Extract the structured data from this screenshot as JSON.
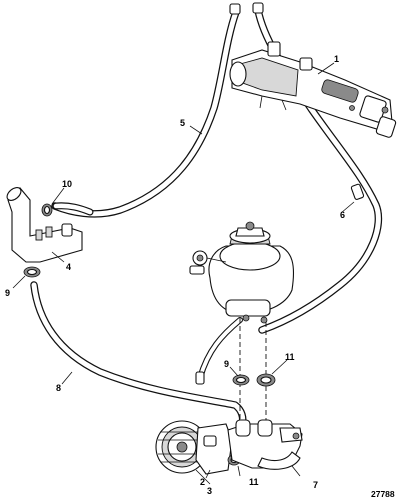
{
  "figure_number": "27788",
  "callouts": [
    {
      "id": "c1",
      "label": "1"
    },
    {
      "id": "c2",
      "label": "2"
    },
    {
      "id": "c3",
      "label": "3"
    },
    {
      "id": "c4",
      "label": "4"
    },
    {
      "id": "c5",
      "label": "5"
    },
    {
      "id": "c6",
      "label": "6"
    },
    {
      "id": "c7",
      "label": "7"
    },
    {
      "id": "c8",
      "label": "8"
    },
    {
      "id": "c9a",
      "label": "9"
    },
    {
      "id": "c9b",
      "label": "9"
    },
    {
      "id": "c10",
      "label": "10"
    },
    {
      "id": "c11a",
      "label": "11"
    },
    {
      "id": "c11b",
      "label": "11"
    }
  ]
}
